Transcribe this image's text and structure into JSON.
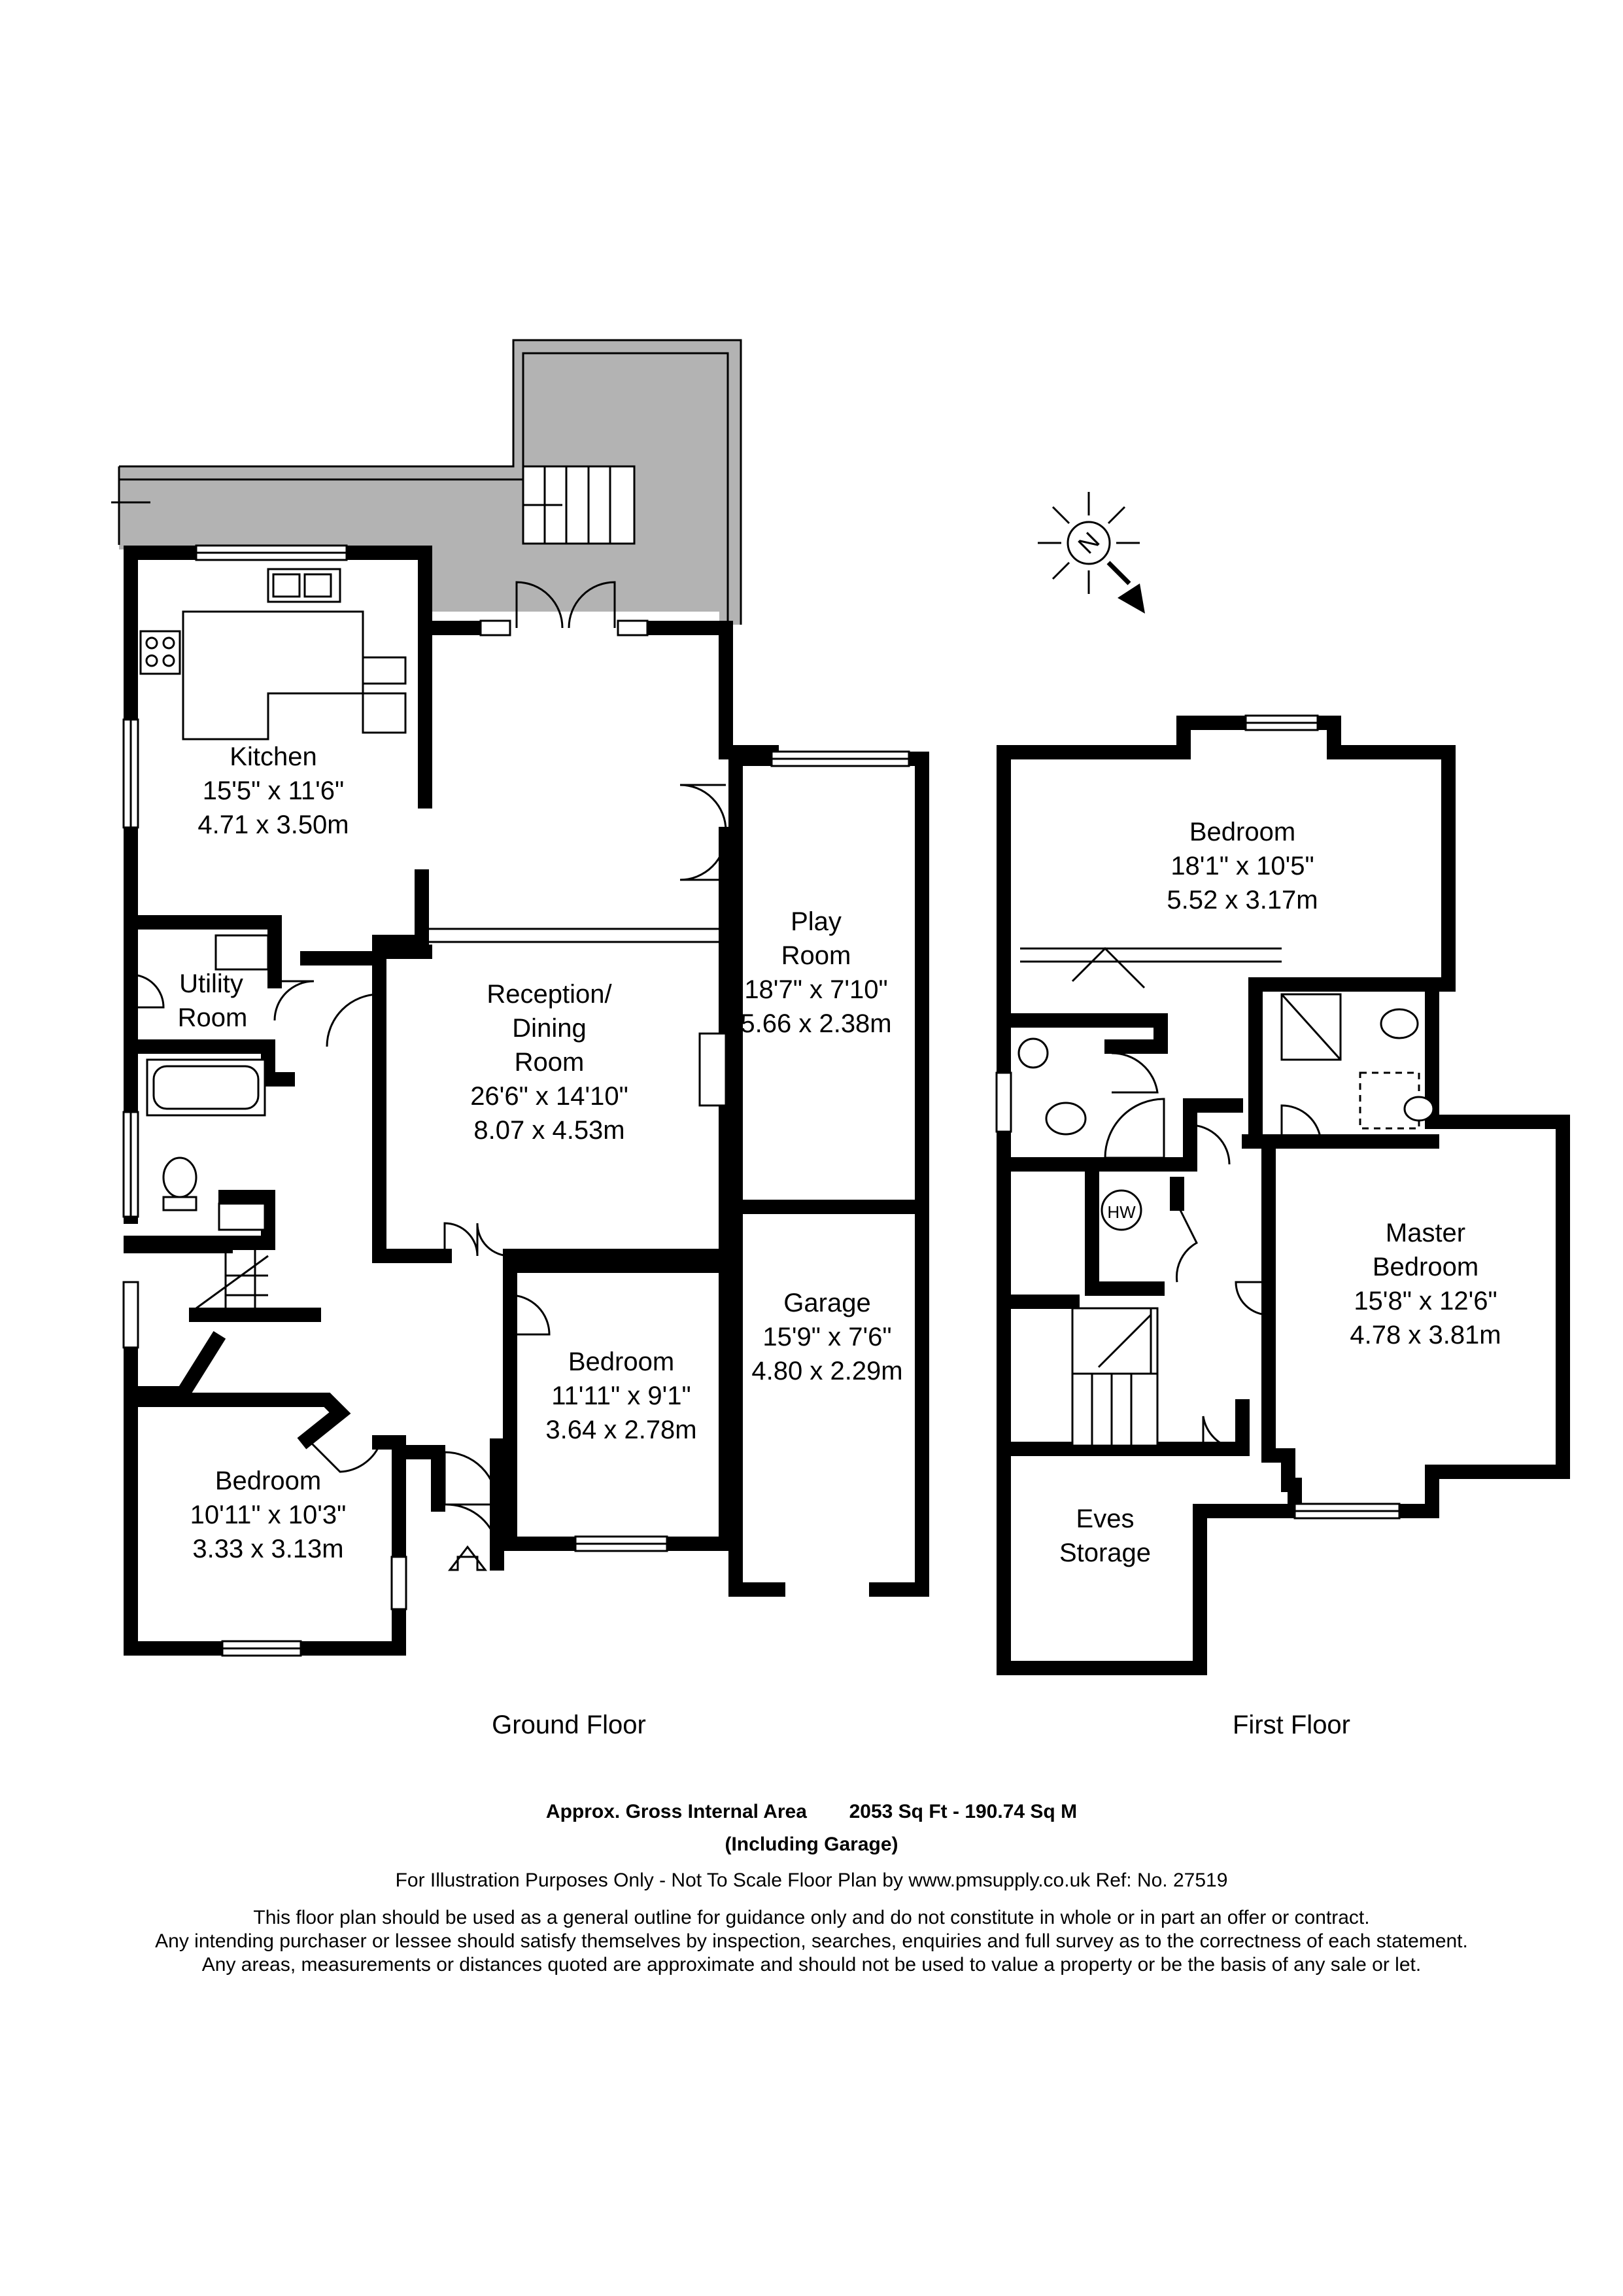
{
  "ground_floor": {
    "label": "Ground Floor",
    "rooms": {
      "kitchen": {
        "name": "Kitchen",
        "imperial": "15'5\" x 11'6\"",
        "metric": "4.71 x 3.50m"
      },
      "utility": {
        "name_line1": "Utility",
        "name_line2": "Room"
      },
      "reception": {
        "name_line1": "Reception/",
        "name_line2": "Dining",
        "name_line3": "Room",
        "imperial": "26'6\" x 14'10\"",
        "metric": "8.07 x 4.53m"
      },
      "play_room": {
        "name_line1": "Play",
        "name_line2": "Room",
        "imperial": "18'7\" x 7'10\"",
        "metric": "5.66 x 2.38m"
      },
      "garage": {
        "name": "Garage",
        "imperial": "15'9\" x 7'6\"",
        "metric": "4.80 x 2.29m"
      },
      "bedroom_middle": {
        "name": "Bedroom",
        "imperial": "11'11\" x 9'1\"",
        "metric": "3.64 x 2.78m"
      },
      "bedroom_front": {
        "name": "Bedroom",
        "imperial": "10'11\" x 10'3\"",
        "metric": "3.33 x 3.13m"
      }
    }
  },
  "first_floor": {
    "label": "First Floor",
    "rooms": {
      "bedroom": {
        "name": "Bedroom",
        "imperial": "18'1\" x 10'5\"",
        "metric": "5.52 x 3.17m"
      },
      "master": {
        "name_line1": "Master",
        "name_line2": "Bedroom",
        "imperial": "15'8\" x 12'6\"",
        "metric": "4.78 x 3.81m"
      },
      "eves": {
        "name_line1": "Eves",
        "name_line2": "Storage"
      },
      "hw": {
        "name": "HW"
      }
    }
  },
  "compass": {
    "letter": "N"
  },
  "footer": {
    "area_label": "Approx. Gross Internal Area",
    "area_value": "2053 Sq Ft  -  190.74 Sq M",
    "including": "(Including Garage)",
    "illustration": "For Illustration Purposes Only - Not To Scale   Floor Plan by  www.pmsupply.co.uk   Ref: No. 27519",
    "disclaimer_1": "This floor plan should be used as a general outline for guidance only and do not constitute in whole or in part an offer or contract.",
    "disclaimer_2": "Any intending purchaser or lessee should satisfy themselves by inspection, searches, enquiries and full survey as to the correctness of each statement.",
    "disclaimer_3": "Any areas, measurements or distances quoted are approximate and should not be used to value a property or be the basis of any sale or let."
  },
  "colors": {
    "terrace": "#b3b3b3",
    "wall": "#000000"
  }
}
